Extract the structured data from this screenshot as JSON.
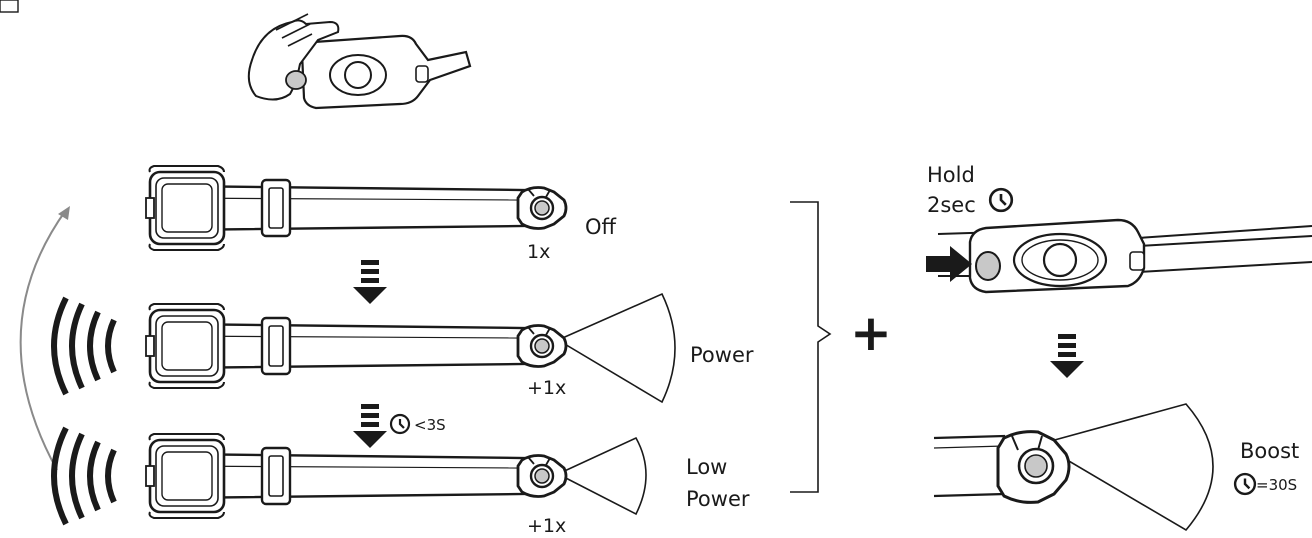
{
  "colors": {
    "ink": "#1a1a1a",
    "grey": "#8a8a8a",
    "lens": "#c8c8c8",
    "white": "#ffffff"
  },
  "icons": [
    "hand-pressing-button-icon",
    "headlamp-icon",
    "down-arrow-icon",
    "clock-icon",
    "sound-wave-icon",
    "light-beam-icon",
    "cycle-arrow-icon",
    "bracket-icon",
    "plus-icon",
    "black-arrow-icon"
  ],
  "states": [
    {
      "mode": "Off",
      "press": "1x"
    },
    {
      "mode": "Power",
      "press": "+1x"
    },
    {
      "mode_line1": "Low",
      "mode_line2": "Power",
      "press": "+1x"
    }
  ],
  "transition": {
    "timer": "<3S"
  },
  "boost": {
    "hold_line1": "Hold",
    "hold_line2": "2sec",
    "label": "Boost",
    "timer": "=30S"
  },
  "plus_sign": "+"
}
